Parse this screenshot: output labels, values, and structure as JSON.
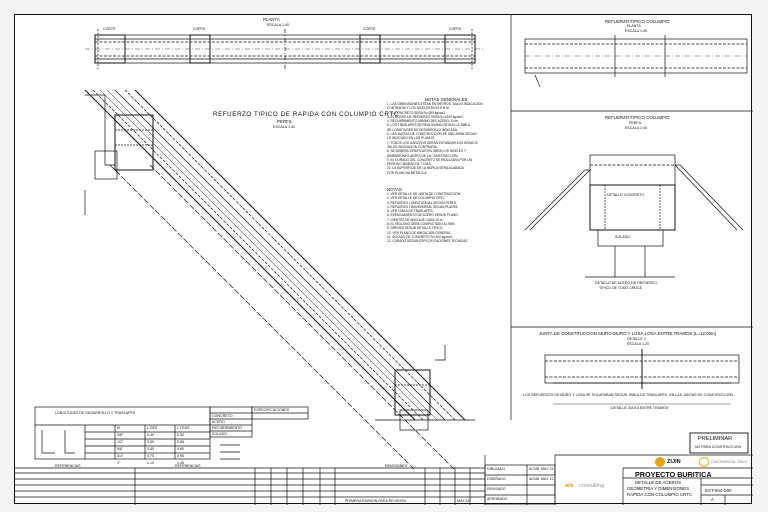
{
  "plan": {
    "title": "PLANTA",
    "scale": "ESCALA 1:40",
    "labels": [
      "CORTE",
      "CORTE",
      "CORTE",
      "CORTE"
    ]
  },
  "profile": {
    "title": "REFUERZO TIPICO DE RAPIDA CON COLUMPIO CRTC",
    "subtitle": "PERFIL",
    "scale": "ESCALA 1:40"
  },
  "notes": {
    "general_title": "NOTAS GENERALES",
    "general_lines": [
      "1. LAS DIMENSIONES ESTAN EN METROS, SALVO INDICACION",
      "   CONTRARIA Y LOS NIVELES EN M.S.N.M.",
      "2. EL CONCRETO SERA f'c=280 kg/cm2.",
      "3. EL ACERO DE REFUERZO SERA fy=4200 kg/cm2.",
      "4. RECUBRIMIENTO MINIMO DEL ACERO: 5 cm.",
      "5. LOS TRASLAPES SE REALIZARAN SEGUN LA TABLA",
      "   DE LONGITUDES DE DESARROLLO INDICADA.",
      "6. LAS JUNTAS DE CONSTRUCCION SE UBICARAN SEGUN",
      "   LO INDICADO EN LOS PLANOS.",
      "7. TODOS LOS GANCHOS SERAN ESTANDAR A 90 GRADOS",
      "   SALVO INDICACION CONTRARIA.",
      "8. SE DEBERA VERIFICAR EN OBRA LOS NIVELES Y",
      "   DIMENSIONES ANTES DE LA CONSTRUCCION.",
      "9. EL CURADO DEL CONCRETO SE REALIZARA POR UN",
      "   PERIODO MINIMO DE 7 DIAS.",
      "10. LA SUPERFICIE DE LA RAPIDA SERA ACABADA",
      "    CON PLANCHA METALICA."
    ],
    "section_title": "NOTAS",
    "section_lines": [
      "1. VER DETALLE DE JUNTA DE CONSTRUCCION.",
      "2. VER DETALLE DE COLUMPIO CRTC.",
      "3. REFUERZO LONGITUDINAL SEGUN PERFIL.",
      "4. REFUERZO TRANSVERSAL SEGUN PLANTA.",
      "5. VER TABLA DE TRASLAPES.",
      "6. ESPACIAMIENTO DE ACERO SEGUN PLANO.",
      "7. DIENTES DE ANCLAJE CADA 10 m.",
      "8. EL RELLENO SERA COMPACTADO AL 95%.",
      "9. DRENES SEGUN DETALLE TIPICO.",
      "10. VER PLANO DE UBICACION GENERAL.",
      "11. SOLADO DE CONCRETO f'c=100 kg/cm2.",
      "12. CURADO SEGUN ESPECIFICACIONES TECNICAS."
    ]
  },
  "right_top": {
    "title": "REFUERZO TIPICO COLUMPIO",
    "subtitle": "PLANTA",
    "scale": "ESCALA 1:40"
  },
  "right_mid": {
    "title": "REFUERZO TIPICO COLUMPIO",
    "subtitle": "PERFIL",
    "scale": "ESCALA 1:40",
    "label_a": "DETALLE CONCRETO",
    "label_b": "SOLADO",
    "caption": "DETALLE DE ACERO DE REFUERZO",
    "caption2": "TIPICO DE TODO CRUCE"
  },
  "joint": {
    "title": "JUNTA DE CONSTRUCCION MURO-MURO Y LOSA-LOSA ENTRE TRAMOS (L=12.00m)",
    "subtitle": "DETALLE 2",
    "scale": "ESCALA 1:20",
    "note": "LOS REFUERZOS DE MURO Y LOSA SE SOLAPARAN SEGUN TABLA DE TRASLAPES, EN LAS JUNTAS DE CONSTRUCCION",
    "caption": "DETALLE JUNTA ENTRE TRAMOS"
  },
  "prelim": {
    "title": "PRELIMINAR",
    "subtitle": "NO PARA CONSTRUCCION"
  },
  "logos": {
    "zijin": "ZIJIN",
    "continental": "CONTINENTAL GOLD",
    "arb": "arb",
    "consulting": "consulting",
    "colors": {
      "zijin": "#e8a21a",
      "arb": "#e8941a",
      "gray": "#9a9a9a"
    }
  },
  "title_block": {
    "project": "PROYECTO BURITICA",
    "line1": "DETALLE DE ACEROS",
    "line2": "GEOMETRIA Y DIMENSIONES",
    "line3": "RAPIDA CON COLUMPIO CRTC",
    "code": "EST-004-D00",
    "rev": "A"
  },
  "revisions_header": [
    "REFERENCIAS",
    "REFERENCIAS",
    "REVISIONES"
  ],
  "rev_row": {
    "desc": "PRIMERA EMISION PARA REVISION",
    "date": "MAY-23"
  },
  "signoff": {
    "rows": [
      "DIBUJADO",
      "DISEÑADO",
      "REVISADO",
      "APROBADO"
    ],
    "initials": "ACNB",
    "date": "MAY 23"
  },
  "tables": {
    "lap_title": "LONGITUDES DE DESARROLLO Y TRASLAPES",
    "lap_headers": [
      "Ø",
      "L DES",
      "L TRAS"
    ],
    "lap_rows": [
      [
        "3/8\"",
        "0.40",
        "0.50"
      ],
      [
        "1/2\"",
        "0.50",
        "0.65"
      ],
      [
        "5/8\"",
        "0.60",
        "0.80"
      ],
      [
        "3/4\"",
        "0.75",
        "0.95"
      ],
      [
        "1\"",
        "1.10",
        "1.45"
      ]
    ],
    "legend_title": "ESPECIFICACIONES",
    "legend_rows": [
      "CONCRETO",
      "ACERO",
      "RECUBRIMIENTO",
      "SOLADO"
    ]
  }
}
